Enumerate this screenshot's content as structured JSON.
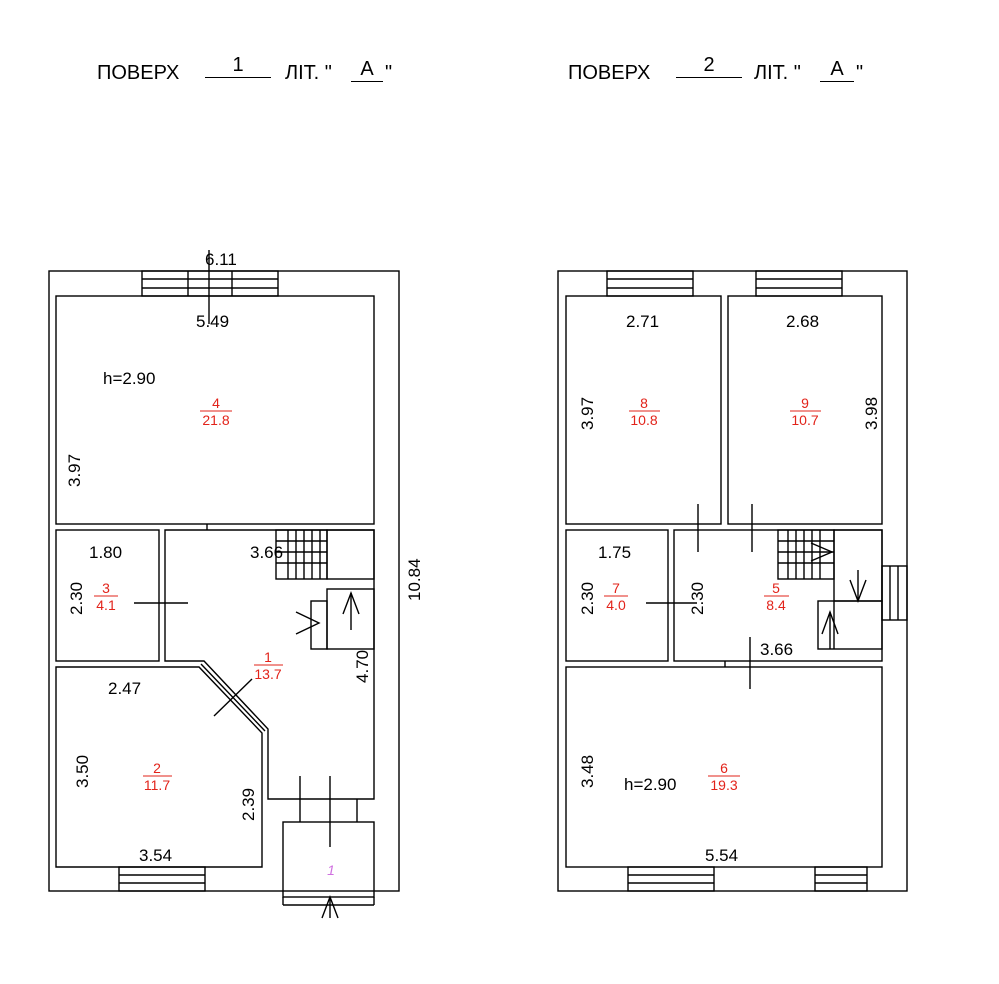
{
  "floor1": {
    "floor_word": "ПОВЕРХ",
    "floor_no": "1",
    "lit_word": "ЛІТ. \"",
    "lit_letter": "А",
    "quote_close": "\"",
    "dims": {
      "top_outer": "6.11",
      "top_inner": "5.49",
      "height_label": "h=2.90",
      "room4_left": "3.97",
      "room3_top": "1.80",
      "room3_left": "2.30",
      "hall_top": "3.66",
      "outer_right": "10.84",
      "hall_right": "4.70",
      "room2_top": "2.47",
      "room2_left": "3.50",
      "room2_right": "2.39",
      "room2_bottom": "3.54"
    },
    "rooms": [
      {
        "no": "4",
        "area": "21.8"
      },
      {
        "no": "3",
        "area": "4.1"
      },
      {
        "no": "1",
        "area": "13.7"
      },
      {
        "no": "2",
        "area": "11.7"
      }
    ],
    "entrance_mark": "1"
  },
  "floor2": {
    "floor_word": "ПОВЕРХ",
    "floor_no": "2",
    "lit_word": "ЛІТ. \"",
    "lit_letter": "А",
    "quote_close": "\"",
    "dims": {
      "room8_top": "2.71",
      "room9_top": "2.68",
      "room8_left": "3.97",
      "room9_right": "3.98",
      "room7_top": "1.75",
      "room7_left": "2.30",
      "hall_left": "2.30",
      "hall_bottom": "3.66",
      "room6_left": "3.48",
      "height_label": "h=2.90",
      "room6_bottom": "5.54"
    },
    "rooms": [
      {
        "no": "8",
        "area": "10.8"
      },
      {
        "no": "9",
        "area": "10.7"
      },
      {
        "no": "7",
        "area": "4.0"
      },
      {
        "no": "5",
        "area": "8.4"
      },
      {
        "no": "6",
        "area": "19.3"
      }
    ]
  },
  "colors": {
    "lines": "#000000",
    "room_labels": "#e2231a",
    "entrance_mark": "#d070e0"
  }
}
